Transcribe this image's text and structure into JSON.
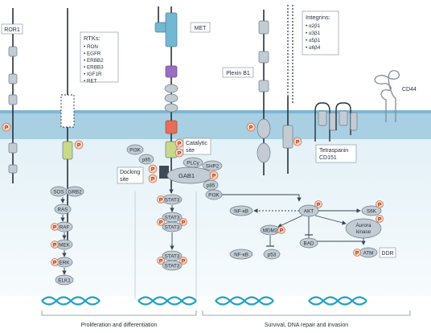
{
  "labels": {
    "ror1": "ROR1",
    "rtks_title": "RTKs:",
    "rtks": [
      "RON",
      "EGFR",
      "ERBB2",
      "ERBB3",
      "IGF1R",
      "RET"
    ],
    "met": "MET",
    "integrins_title": "Integrins:",
    "integrins": [
      "α2β1",
      "α3β1",
      "α5β1",
      "α6β4"
    ],
    "plexin": "Plexin B1",
    "cd44": "CD44",
    "tetraspanin_line1": "Tetraspanin",
    "tetraspanin_line2": "CD151",
    "catalytic_line1": "Catalytic",
    "catalytic_line2": "site",
    "docking_line1": "Docking",
    "docking_line2": "site",
    "pi3k": "PI3K",
    "p85": "p85",
    "plcy": "PLCγ",
    "shp2": "SHP2",
    "gab1": "GAB1",
    "sos": "SOS",
    "grb2": "GRB2",
    "ras": "RAS",
    "raf": "RAF",
    "mek": "MEK",
    "erk": "ERK",
    "elk1": "ELK1",
    "stat3": "STAT3",
    "nfkb": "NF-κB",
    "akt": "AKT",
    "mdm2": "MDM2",
    "bad": "BAD",
    "p53": "p53",
    "s6k": "S6K",
    "aurora_line1": "Aurora",
    "aurora_line2": "kinase",
    "atm": "ATM",
    "ddr": "DDR",
    "phos": "P",
    "bottom_left": "Proliferation and differentiation",
    "bottom_right": "Survival, DNA repair and invasion"
  },
  "colors": {
    "membrane": "#a9cfe2",
    "membrane_top": "#7fb6d3",
    "cytoplasm": "#e6f2f8",
    "met_blue": "#74b7d3",
    "met_purple": "#9a6fc1",
    "met_red": "#e56e5a",
    "rtk_green": "#c8d98a",
    "protein_grey": "#c3ccd3",
    "phospho_fill": "#f6d2c0",
    "phospho_stroke": "#d2774f",
    "dna": "#1f9fc3"
  }
}
